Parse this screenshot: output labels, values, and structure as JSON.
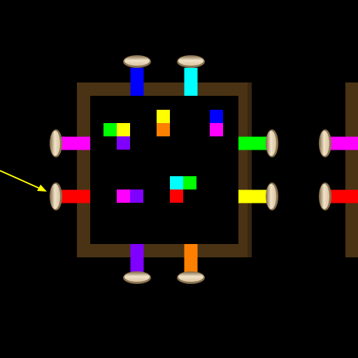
{
  "colors": {
    "background": "#000000",
    "frame": "#4a3314",
    "frame_shade": "#3a2710",
    "knob_light": "#f0e2c8",
    "knob_mid": "#d9c3a0",
    "knob_dark": "#8a7350",
    "arrow": "#ffff00"
  },
  "palette": {
    "red": "#ff0000",
    "orange": "#ff8000",
    "yellow": "#ffff00",
    "green": "#00ff00",
    "cyan": "#00ffff",
    "blue": "#0000ff",
    "purple": "#8000ff",
    "magenta": "#ff00ff"
  },
  "main_box": {
    "knobs": {
      "top": [
        "blue",
        "cyan"
      ],
      "bottom": [
        "purple",
        "orange"
      ],
      "left": [
        "magenta",
        "red"
      ],
      "right": [
        "green",
        "yellow"
      ]
    },
    "tiles": [
      {
        "col": 1,
        "row": 3,
        "color": "green"
      },
      {
        "col": 2,
        "row": 3,
        "color": "yellow"
      },
      {
        "col": 2,
        "row": 4,
        "color": "purple"
      },
      {
        "col": 5,
        "row": 2,
        "color": "yellow"
      },
      {
        "col": 5,
        "row": 3,
        "color": "orange"
      },
      {
        "col": 9,
        "row": 2,
        "color": "blue"
      },
      {
        "col": 9,
        "row": 3,
        "color": "magenta"
      },
      {
        "col": 6,
        "row": 7,
        "color": "cyan"
      },
      {
        "col": 7,
        "row": 7,
        "color": "green"
      },
      {
        "col": 6,
        "row": 8,
        "color": "red"
      },
      {
        "col": 2,
        "row": 8,
        "color": "magenta"
      },
      {
        "col": 3,
        "row": 8,
        "color": "purple"
      }
    ]
  },
  "neighbor_box": {
    "knobs": {
      "left": [
        "magenta",
        "red"
      ]
    }
  },
  "pointer": {
    "target": "left-knob-red",
    "icon": "arrow-icon"
  }
}
